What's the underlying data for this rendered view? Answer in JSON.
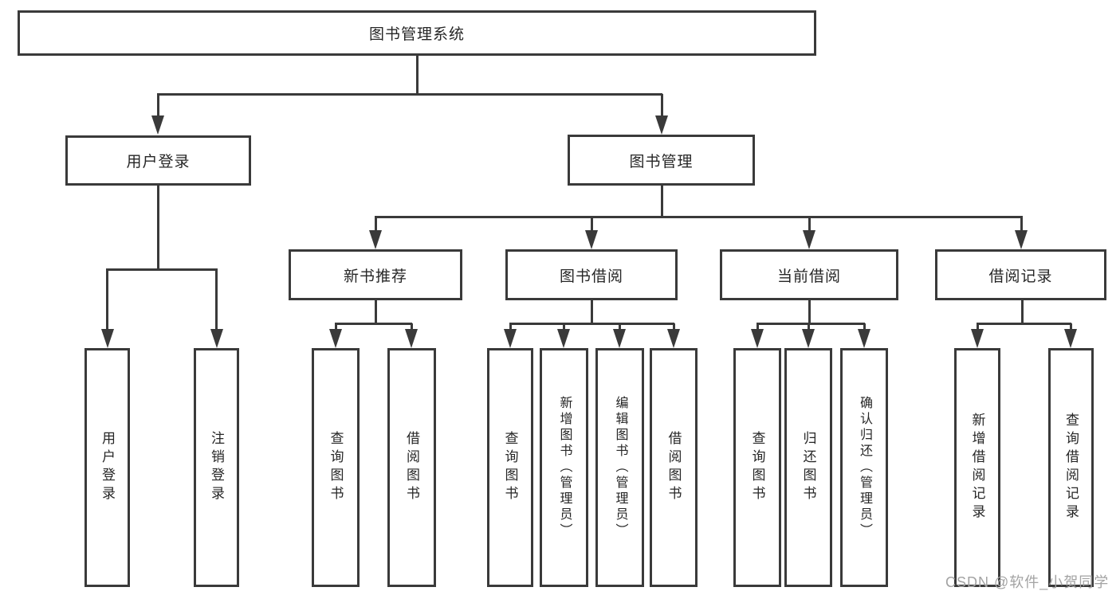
{
  "nodes": {
    "root": "图书管理系统",
    "user_login": "用户登录",
    "book_management": "图书管理",
    "new_book_recommend": "新书推荐",
    "book_borrow": "图书借阅",
    "current_borrow": "当前借阅",
    "borrow_records": "借阅记录",
    "leaf_user_login": "用户登录",
    "leaf_logout": "注销登录",
    "rec_query_book": "查询图书",
    "rec_borrow_book": "借阅图书",
    "bb_query_book": "查询图书",
    "bb_add_book": "新增图书（管理员）",
    "bb_edit_book": "编辑图书（管理员）",
    "bb_borrow_book": "借阅图书",
    "cb_query_book": "查询图书",
    "cb_return_book": "归还图书",
    "cb_confirm_return": "确认归还（管理员）",
    "br_add_record": "新增借阅记录",
    "br_query_record": "查询借阅记录"
  },
  "watermark": "CSDN @软件_小贺同学",
  "colors": {
    "line": "#3a3a3a",
    "text": "#262626",
    "background": "#ffffff",
    "watermark": "#a3a3a3"
  }
}
